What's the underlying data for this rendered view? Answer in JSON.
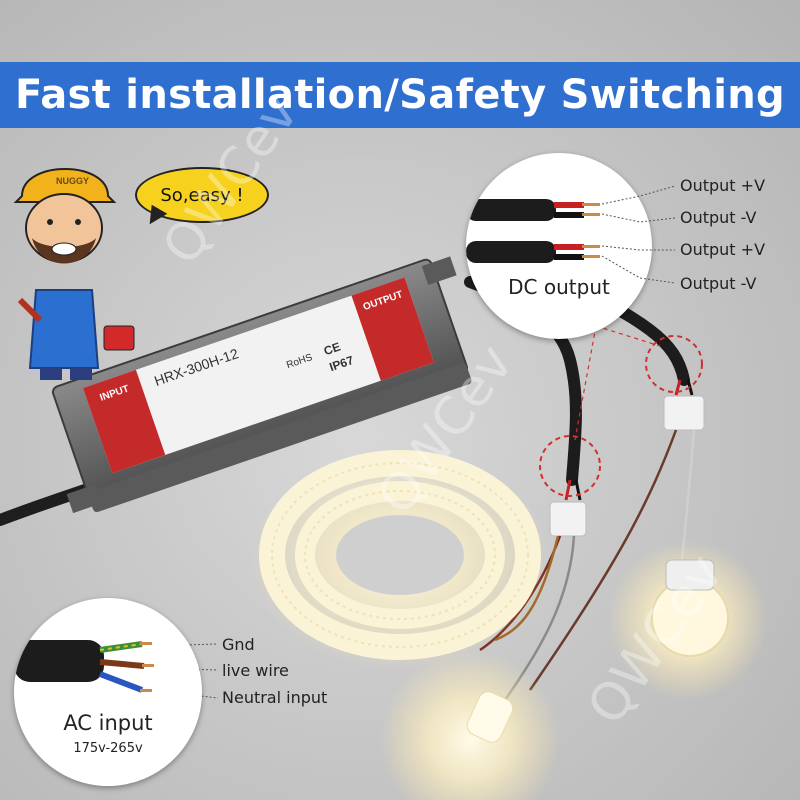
{
  "banner": {
    "title": "Fast installation/Safety Switching"
  },
  "worker": {
    "helmet_text": "NUGGY",
    "speech": "So,easy !"
  },
  "driver": {
    "model": "HRX-300H-12",
    "input_label": "INPUT",
    "output_label": "OUTPUT",
    "rating": "IP67",
    "cert_marks": [
      "RoHS",
      "CE"
    ]
  },
  "dc_output": {
    "label": "DC output",
    "wires": [
      "Output +V",
      "Output -V",
      "Output +V",
      "Output -V"
    ]
  },
  "ac_input": {
    "label": "AC input",
    "range": "175v-265v",
    "wires": [
      "Gnd",
      "live wire",
      "Neutral input"
    ]
  },
  "watermark": "QWCev",
  "colors": {
    "banner": "#2f6fd0",
    "bubble": "#f6d21f",
    "housing": "#6e6e6e",
    "label_red": "#c42a2a"
  }
}
